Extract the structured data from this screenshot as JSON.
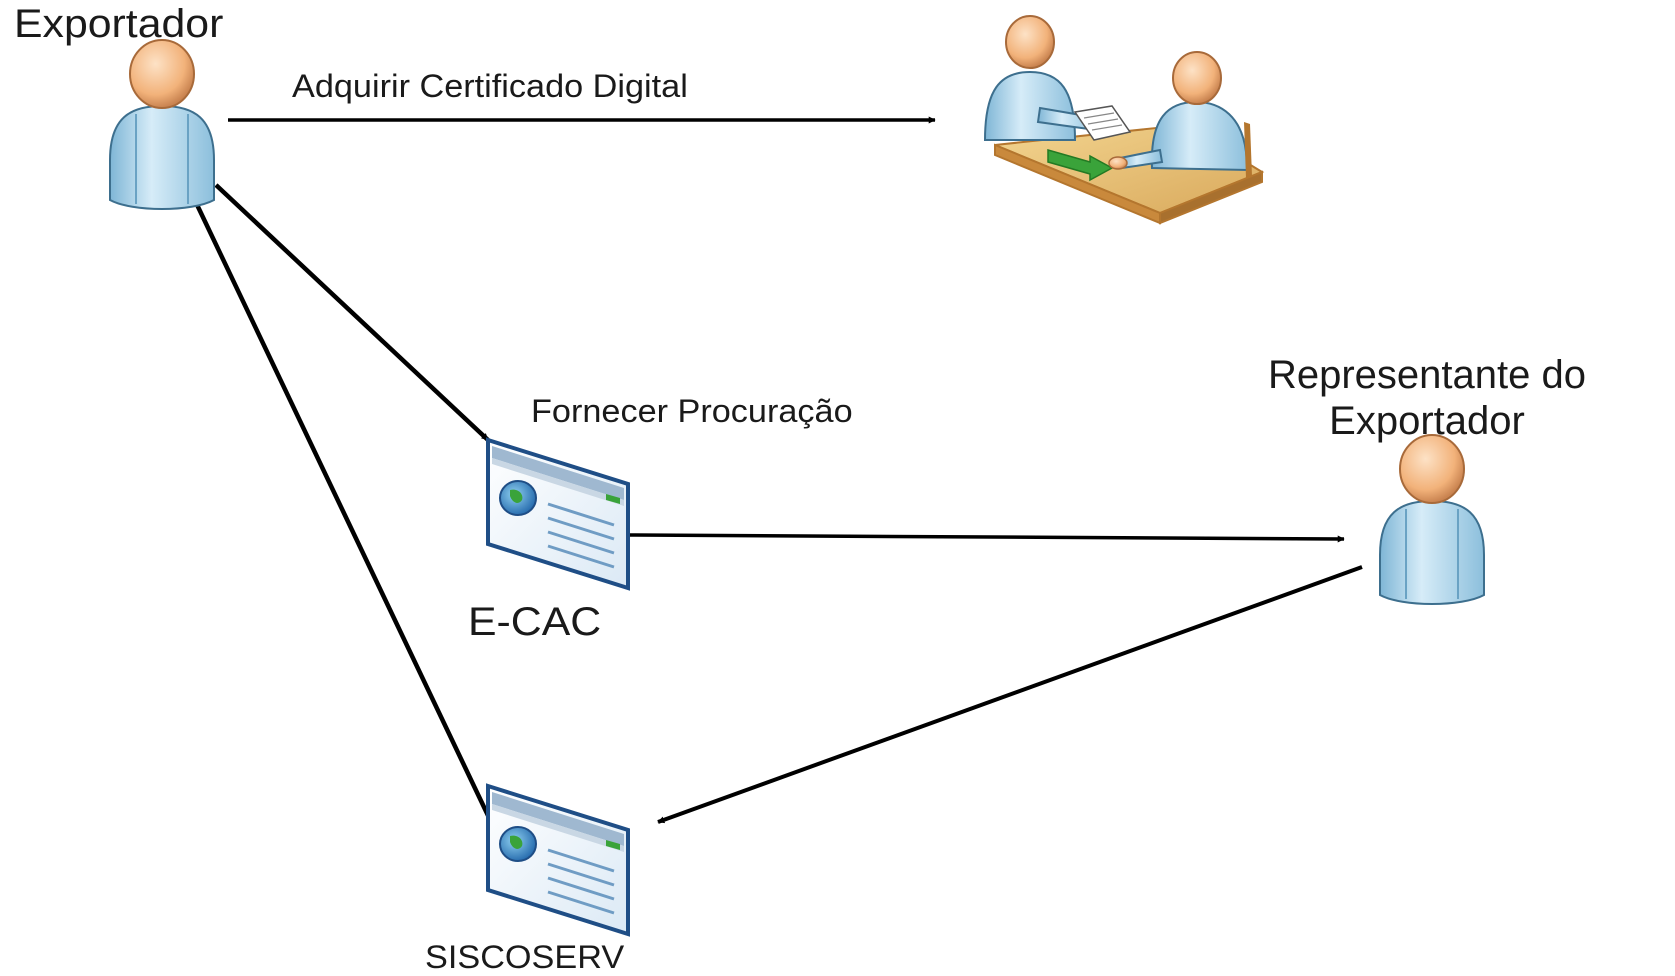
{
  "diagram": {
    "nodes": {
      "exportador": {
        "label": "Exportador",
        "icon": "user-icon"
      },
      "certificado": {
        "icon": "office-desk-meeting-icon"
      },
      "ecac": {
        "label": "E-CAC",
        "icon": "web-page-icon"
      },
      "representante": {
        "label_line1": "Representante do",
        "label_line2": "Exportador",
        "icon": "user-icon"
      },
      "siscoserv": {
        "label": "SISCOSERV",
        "icon": "web-page-icon"
      }
    },
    "edges": {
      "adquirir": {
        "label": "Adquirir Certificado Digital"
      },
      "fornecer": {
        "label": "Fornecer Procuração"
      }
    }
  },
  "colors": {
    "skin": "#f2b27a",
    "shirt": "#b9dcef",
    "desk": "#e8c47a",
    "arrow": "#000000",
    "page_frame": "#2c5d9c",
    "green_arrow": "#3aa33a"
  }
}
